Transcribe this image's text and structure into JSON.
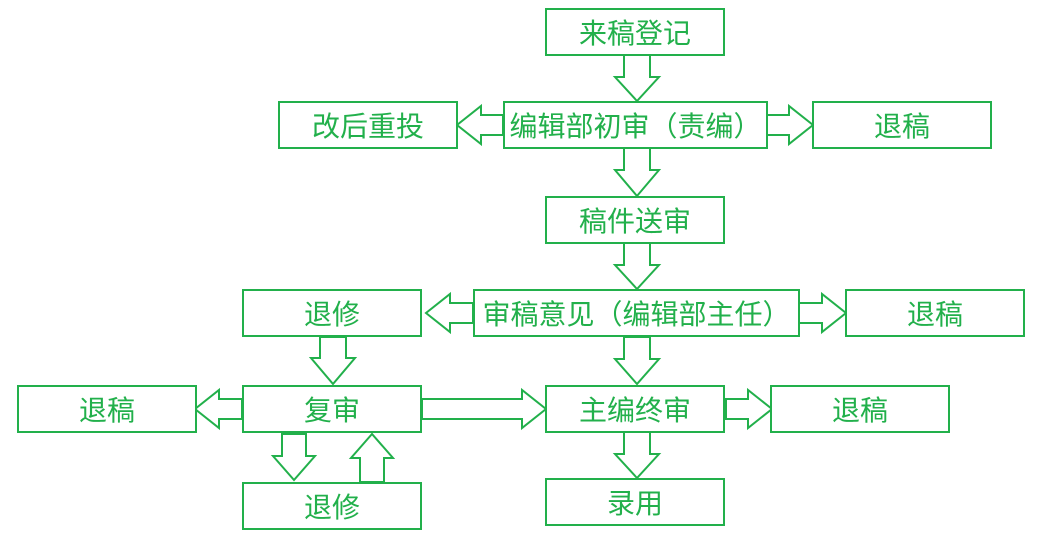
{
  "colors": {
    "stroke": "#22b04b",
    "text": "#22b04b",
    "background": "#ffffff"
  },
  "nodes": {
    "register": "来稿登记",
    "initial_review": "编辑部初审（责编）",
    "revise_resubmit": "改后重投",
    "reject_1": "退稿",
    "send_review": "稿件送审",
    "review_opinion": "审稿意见（编辑部主任）",
    "revise_1": "退修",
    "reject_2": "退稿",
    "re_review": "复审",
    "reject_3": "退稿",
    "final_review": "主编终审",
    "reject_4": "退稿",
    "revise_2": "退修",
    "accept": "录用"
  }
}
